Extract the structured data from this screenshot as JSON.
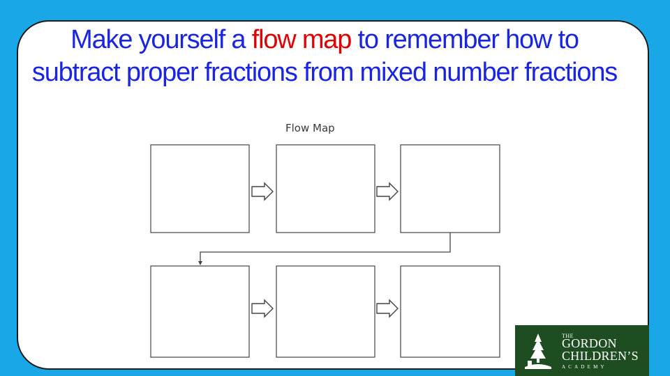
{
  "title": {
    "part1": "Make yourself a ",
    "highlight": "flow map",
    "part2": " to remember how to subtract proper fractions from mixed number fractions"
  },
  "diagram": {
    "label": "Flow Map",
    "rows": 2,
    "boxes_per_row": 3
  },
  "logo": {
    "line1": "THE",
    "line2": "GORDON",
    "line3": "CHILDREN’S",
    "line4": "ACADEMY",
    "bg_color": "#1f4d22"
  },
  "colors": {
    "background": "#1aa7e8",
    "title_text": "#1a25e0",
    "title_highlight": "#e00000"
  }
}
